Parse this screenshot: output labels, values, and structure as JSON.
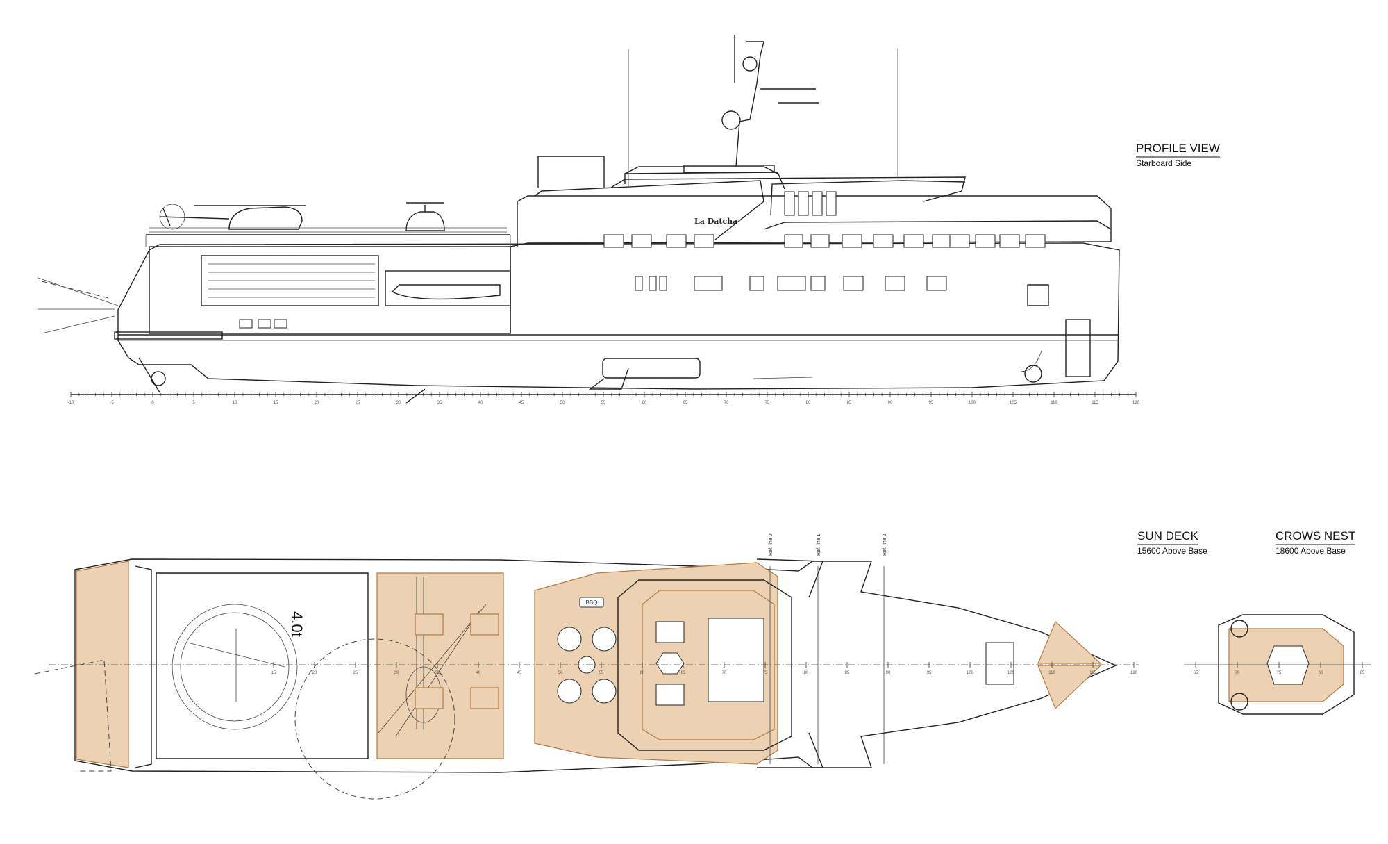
{
  "profile": {
    "title": "PROFILE VIEW",
    "subtitle": "Starboard Side",
    "vessel_name": "La Datcha",
    "scale": {
      "min": -10,
      "max": 120,
      "step": 5
    }
  },
  "plan": {
    "sun_deck": {
      "title": "SUN DECK",
      "subtitle": "15600 Above Base"
    },
    "crows_nest": {
      "title": "CROWS NEST",
      "subtitle": "18600 Above Base"
    },
    "ref_lines": [
      "Ref. line 0",
      "Ref. line 1",
      "Ref. line 2"
    ],
    "helideck_load": "4.0t",
    "bbq_label": "BBQ",
    "scale_labels": [
      "15",
      "20",
      "25",
      "30",
      "35",
      "40",
      "45",
      "50",
      "55",
      "60",
      "65",
      "70",
      "75",
      "80",
      "85",
      "90",
      "95",
      "100",
      "105",
      "110",
      "115",
      "120"
    ],
    "crows_nest_scale_labels": [
      "65",
      "70",
      "75",
      "80",
      "85"
    ]
  },
  "colors": {
    "teak_deck": "#ecd2b2",
    "teak_outline": "#b07a44",
    "line": "#222222"
  }
}
